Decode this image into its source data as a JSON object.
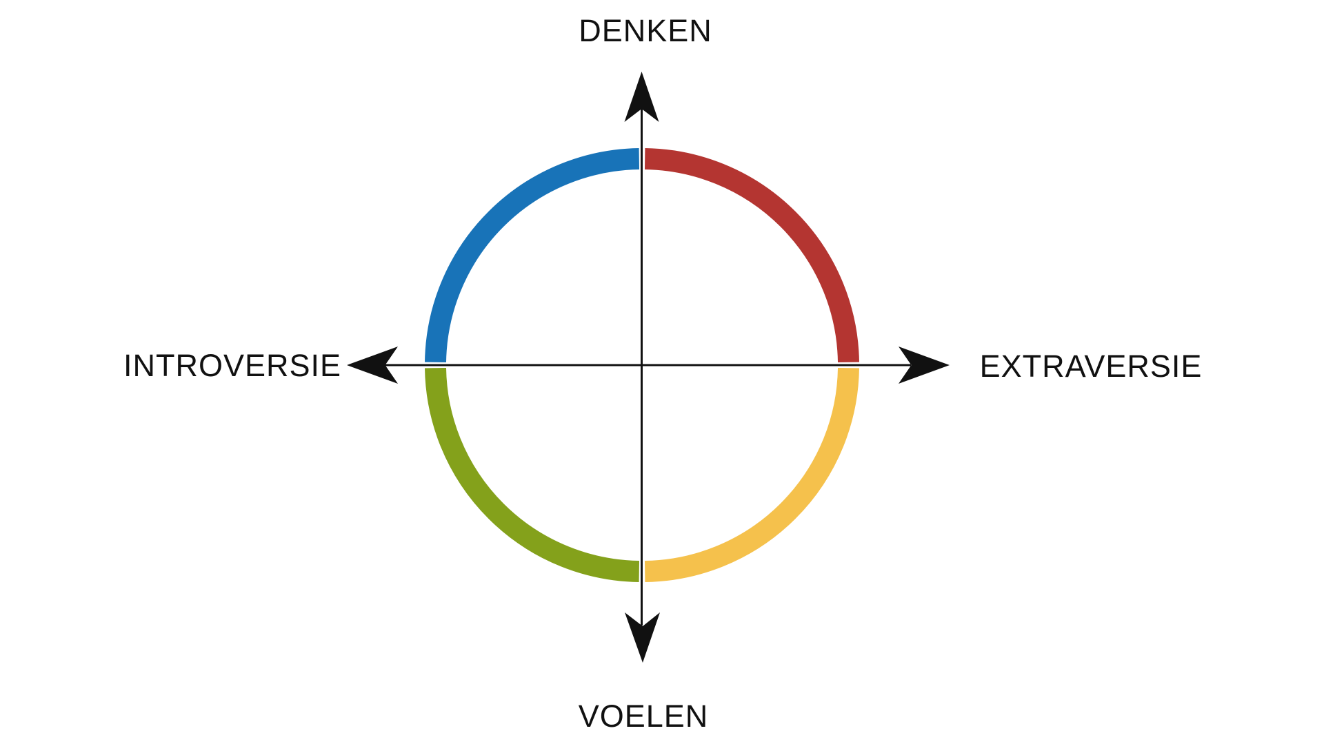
{
  "diagram": {
    "type": "personality-quadrant-compass",
    "labels": {
      "top": "DENKEN",
      "right": "EXTRAVERSIE",
      "bottom": "VOELEN",
      "left": "INTROVERSIE"
    },
    "icons": {
      "top": "arrow-up",
      "right": "arrow-right",
      "bottom": "arrow-down",
      "left": "arrow-left"
    },
    "colors": {
      "arc_top_left_blue": "#1873b8",
      "arc_top_right_red": "#b43531",
      "arc_bottom_right_yellow": "#f5c14c",
      "arc_bottom_left_green": "#84a11b",
      "axis": "#111111",
      "background": "#ffffff"
    }
  }
}
